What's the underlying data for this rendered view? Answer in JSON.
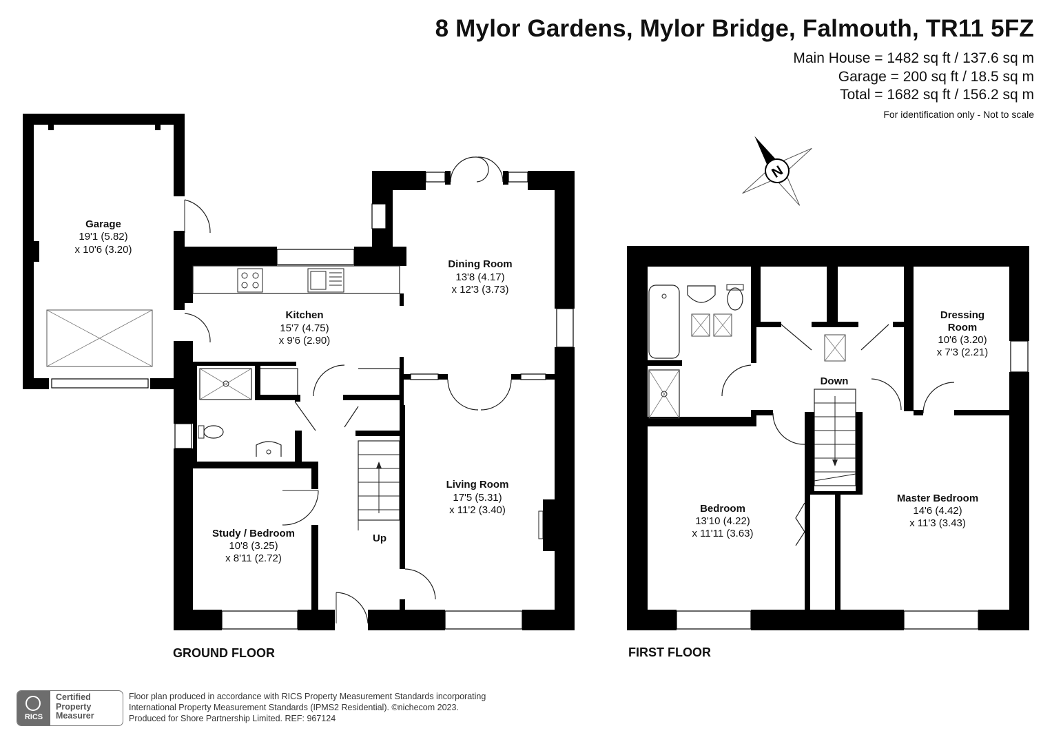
{
  "header": {
    "title": "8 Mylor Gardens, Mylor Bridge, Falmouth, TR11 5FZ",
    "main_house": "Main House = 1482 sq ft / 137.6 sq m",
    "garage": "Garage = 200 sq ft / 18.5 sq m",
    "total": "Total = 1682 sq ft / 156.2 sq m",
    "disclaimer": "For identification only - Not to scale"
  },
  "compass": {
    "label": "N"
  },
  "ground_floor": {
    "label": "GROUND FLOOR",
    "rooms": {
      "garage": {
        "name": "Garage",
        "dim1": "19'1 (5.82)",
        "dim2": "x 10'6 (3.20)"
      },
      "kitchen": {
        "name": "Kitchen",
        "dim1": "15'7 (4.75)",
        "dim2": "x 9'6 (2.90)"
      },
      "dining": {
        "name": "Dining Room",
        "dim1": "13'8 (4.17)",
        "dim2": "x 12'3 (3.73)"
      },
      "living": {
        "name": "Living Room",
        "dim1": "17'5 (5.31)",
        "dim2": "x 11'2 (3.40)"
      },
      "study": {
        "name": "Study / Bedroom",
        "dim1": "10'8 (3.25)",
        "dim2": "x 8'11 (2.72)"
      }
    },
    "stairs_label": "Up"
  },
  "first_floor": {
    "label": "FIRST FLOOR",
    "rooms": {
      "dressing": {
        "name1": "Dressing",
        "name2": "Room",
        "dim1": "10'6 (3.20)",
        "dim2": "x 7'3 (2.21)"
      },
      "bedroom": {
        "name": "Bedroom",
        "dim1": "13'10 (4.22)",
        "dim2": "x 11'11 (3.63)"
      },
      "master": {
        "name": "Master Bedroom",
        "dim1": "14'6 (4.42)",
        "dim2": "x 11'3 (3.43)"
      }
    },
    "stairs_label": "Down"
  },
  "footer": {
    "badge_lines": [
      "Certified",
      "Property",
      "Measurer"
    ],
    "badge_logo": "RICS",
    "line1": "Floor plan produced in accordance with RICS Property Measurement Standards incorporating",
    "line2": "International Property Measurement Standards (IPMS2 Residential).  ©nichecom 2023.",
    "line3": "Produced for Shore Partnership Limited.   REF:  967124"
  }
}
